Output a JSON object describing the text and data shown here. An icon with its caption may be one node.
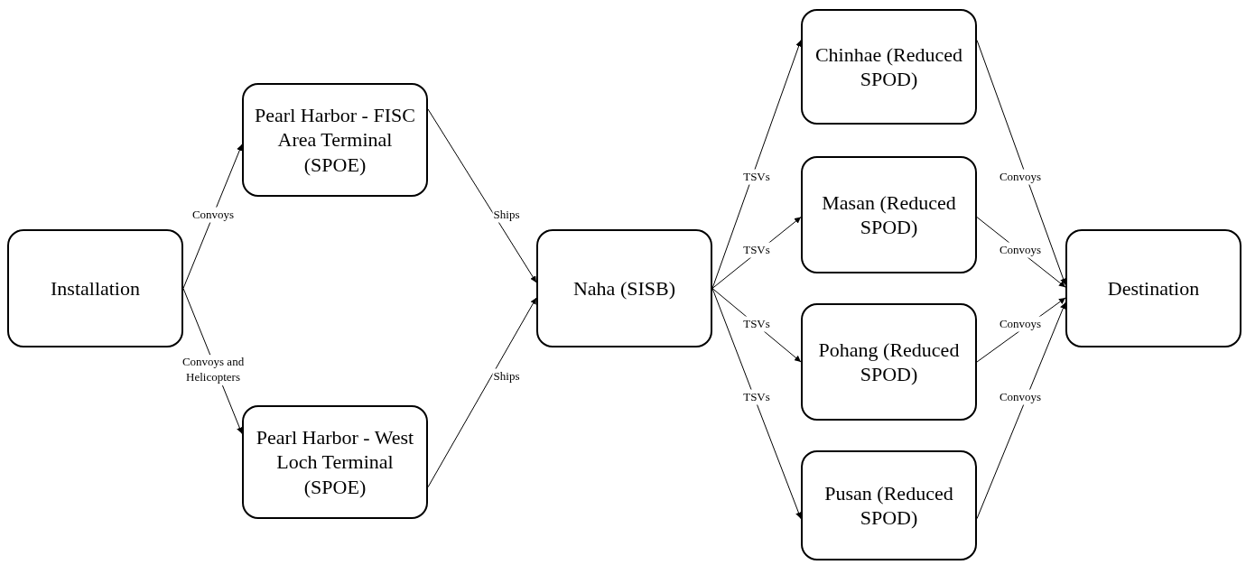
{
  "diagram": {
    "nodes": [
      {
        "text": [
          "Installation"
        ]
      },
      {
        "text": [
          "Pearl Harbor - FISC Area Terminal (SPOE)"
        ]
      },
      {
        "text": [
          "Pearl Harbor - West Loch Terminal (SPOE)"
        ]
      },
      {
        "text": [
          "Naha (SISB)"
        ]
      },
      {
        "text": [
          "Chinhae (Reduced SPOD)"
        ]
      },
      {
        "text": [
          "Masan (Reduced SPOD)"
        ]
      },
      {
        "text": [
          "Pohang (Reduced SPOD)"
        ]
      },
      {
        "text": [
          "Pusan (Reduced SPOD)"
        ]
      },
      {
        "text": [
          "Destination"
        ]
      }
    ],
    "edges": [
      {
        "from": 0,
        "to": 1,
        "arrow": "to",
        "label": "Convoys"
      },
      {
        "from": 0,
        "to": 2,
        "arrow": "to",
        "label": "Convoys and Helicopters"
      },
      {
        "from": 1,
        "to": 3,
        "arrow": "to",
        "label": "Ships"
      },
      {
        "from": 2,
        "to": 3,
        "arrow": "to",
        "label": "Ships"
      },
      {
        "from": 3,
        "to": 4,
        "arrow": "to",
        "label": "TSVs"
      },
      {
        "from": 3,
        "to": 5,
        "arrow": "to",
        "label": "TSVs"
      },
      {
        "from": 3,
        "to": 6,
        "arrow": "to",
        "label": "TSVs"
      },
      {
        "from": 3,
        "to": 7,
        "arrow": "to",
        "label": "TSVs"
      },
      {
        "from": 4,
        "to": 8,
        "arrow": "to",
        "label": "Convoys"
      },
      {
        "from": 5,
        "to": 8,
        "arrow": "to",
        "label": "Convoys"
      },
      {
        "from": 6,
        "to": 8,
        "arrow": "to",
        "label": "Convoys"
      },
      {
        "from": 7,
        "to": 8,
        "arrow": "to",
        "label": "Convoys"
      }
    ]
  }
}
